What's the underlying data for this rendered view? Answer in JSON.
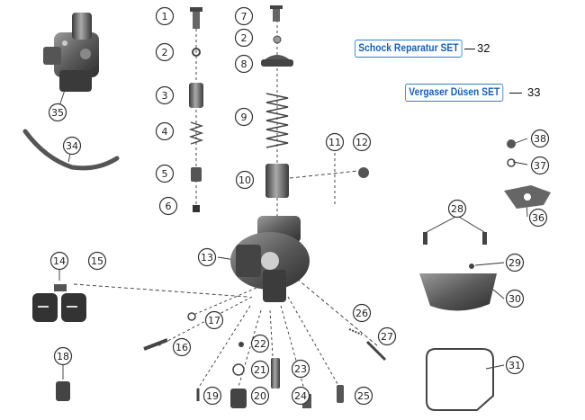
{
  "sets": [
    {
      "label": "Schock Reparatur SET",
      "number": "32"
    },
    {
      "label": "Vergaser Düsen SET",
      "number": "33"
    }
  ],
  "callouts": [
    "1",
    "2",
    "3",
    "4",
    "5",
    "6",
    "7",
    "2",
    "8",
    "9",
    "10",
    "11",
    "12",
    "13",
    "14",
    "15",
    "16",
    "17",
    "18",
    "19",
    "20",
    "21",
    "22",
    "23",
    "24",
    "25",
    "26",
    "27",
    "28",
    "29",
    "30",
    "31",
    "34",
    "35",
    "36",
    "37",
    "38"
  ],
  "colors": {
    "line": "#333333",
    "ink": "#4a4a4a",
    "accent": "#2b7fd0"
  }
}
